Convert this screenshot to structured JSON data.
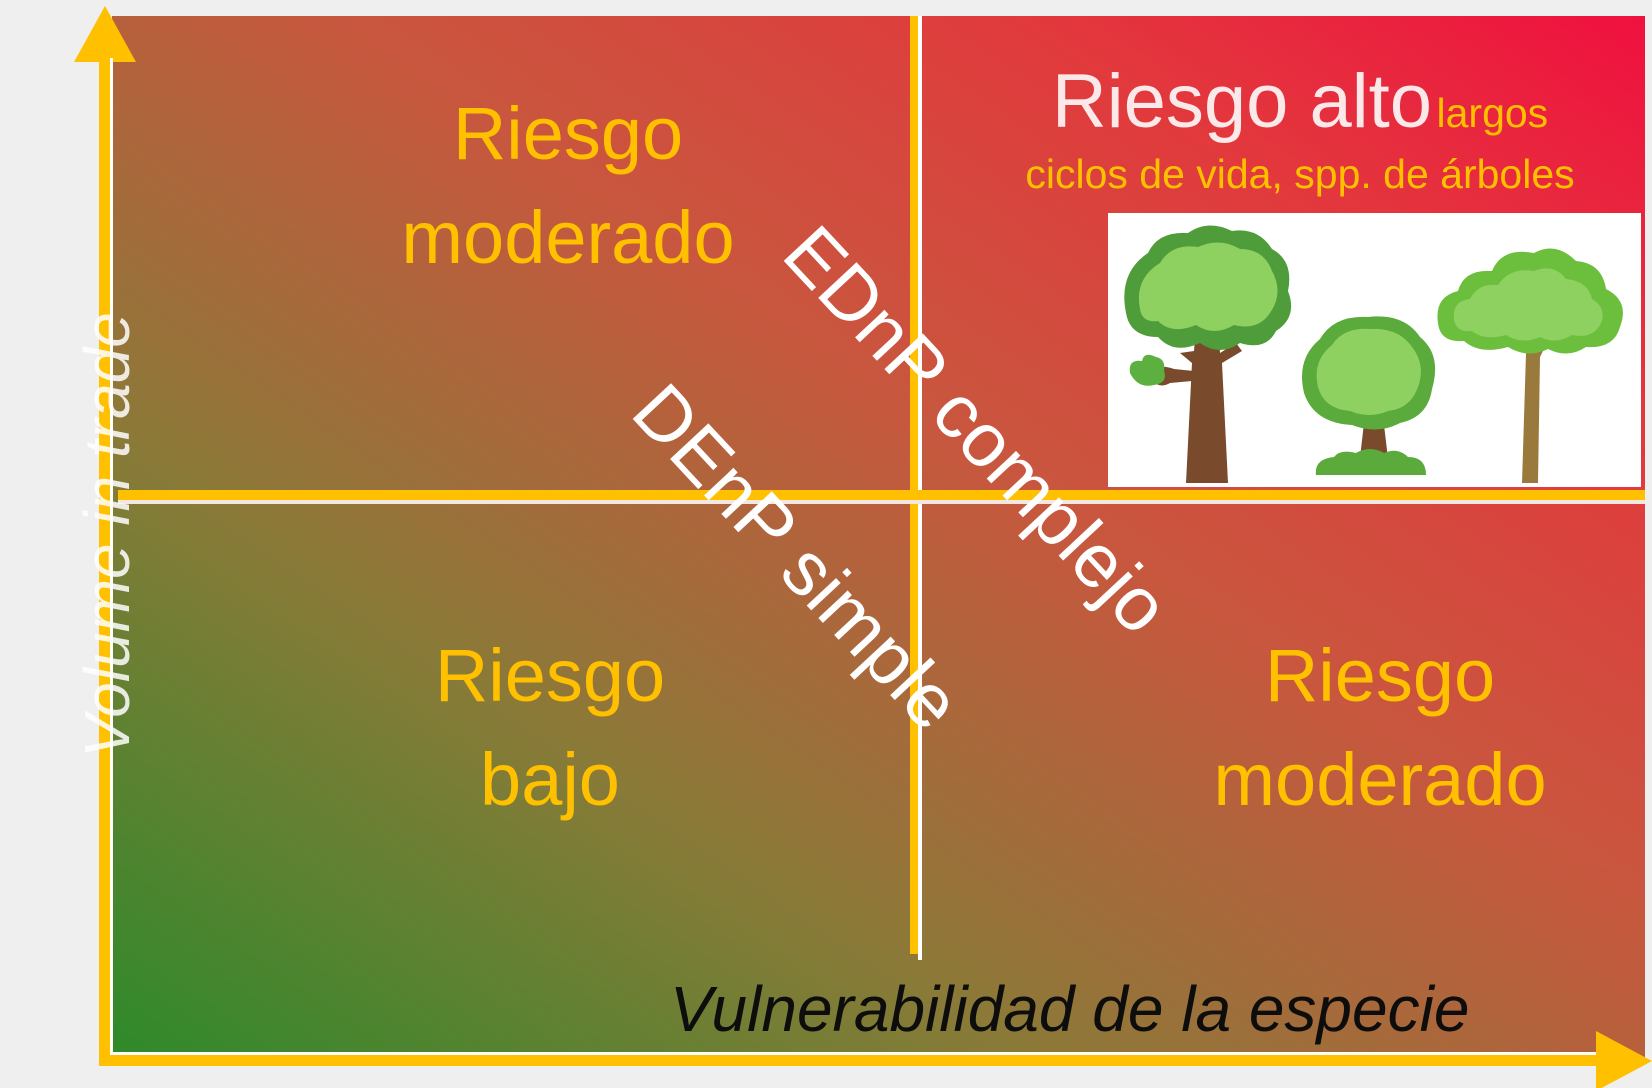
{
  "quadrants": {
    "top_left": {
      "line1": "Riesgo",
      "line2": "moderado"
    },
    "top_right": {
      "title": "Riesgo alto",
      "sub_inline": "largos",
      "sub_line2": "ciclos de vida, spp. de árboles",
      "image_icon": "trees-illustration-icon"
    },
    "bottom_left": {
      "line1": "Riesgo",
      "line2": "bajo"
    },
    "bottom_right": {
      "line1": "Riesgo",
      "line2": "moderado"
    }
  },
  "diagonal": {
    "upper_text": "EDnP complejo",
    "lower_text": "DEnP simple"
  },
  "axes": {
    "x_label": "Vulnerabilidad de la especie",
    "y_label": "Volume in trade"
  },
  "colors": {
    "axis": "#ffc000",
    "low_risk": "#2d8a2a",
    "high_risk": "#f0103f",
    "label": "#ffc000"
  }
}
